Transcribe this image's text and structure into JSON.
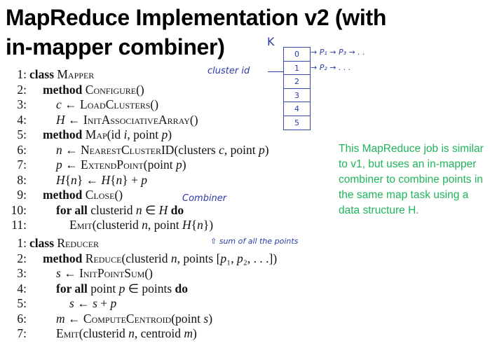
{
  "slide": {
    "title_line1": "MapReduce Implementation v2 (with",
    "title_line2": "in-mapper combiner)"
  },
  "mapper": {
    "lines": [
      {
        "num": "1:",
        "indent": 0,
        "parts": [
          {
            "t": "class ",
            "s": "kw"
          },
          {
            "t": "Mapper",
            "s": "sc"
          }
        ]
      },
      {
        "num": "2:",
        "indent": 1,
        "parts": [
          {
            "t": "method ",
            "s": "kw"
          },
          {
            "t": "Configure",
            "s": "sc"
          },
          {
            "t": "()",
            "s": ""
          }
        ]
      },
      {
        "num": "3:",
        "indent": 2,
        "parts": [
          {
            "t": "c",
            "s": "it"
          },
          {
            "t": " ← ",
            "s": ""
          },
          {
            "t": "LoadClusters",
            "s": "sc"
          },
          {
            "t": "()",
            "s": ""
          }
        ]
      },
      {
        "num": "4:",
        "indent": 2,
        "parts": [
          {
            "t": "H",
            "s": "it"
          },
          {
            "t": " ← ",
            "s": ""
          },
          {
            "t": "InitAssociativeArray",
            "s": "sc"
          },
          {
            "t": "()",
            "s": ""
          }
        ]
      },
      {
        "num": "5:",
        "indent": 1,
        "parts": [
          {
            "t": "method ",
            "s": "kw"
          },
          {
            "t": "Map",
            "s": "sc"
          },
          {
            "t": "(id ",
            "s": ""
          },
          {
            "t": "i",
            "s": "it"
          },
          {
            "t": ", point ",
            "s": ""
          },
          {
            "t": "p",
            "s": "it"
          },
          {
            "t": ")",
            "s": ""
          }
        ]
      },
      {
        "num": "6:",
        "indent": 2,
        "parts": [
          {
            "t": "n",
            "s": "it"
          },
          {
            "t": " ← ",
            "s": ""
          },
          {
            "t": "NearestClusterID",
            "s": "sc"
          },
          {
            "t": "(clusters ",
            "s": ""
          },
          {
            "t": "c",
            "s": "it"
          },
          {
            "t": ", point ",
            "s": ""
          },
          {
            "t": "p",
            "s": "it"
          },
          {
            "t": ")",
            "s": ""
          }
        ]
      },
      {
        "num": "7:",
        "indent": 2,
        "parts": [
          {
            "t": "p",
            "s": "it"
          },
          {
            "t": " ← ",
            "s": ""
          },
          {
            "t": "ExtendPoint",
            "s": "sc"
          },
          {
            "t": "(point ",
            "s": ""
          },
          {
            "t": "p",
            "s": "it"
          },
          {
            "t": ")",
            "s": ""
          }
        ]
      },
      {
        "num": "8:",
        "indent": 2,
        "parts": [
          {
            "t": "H",
            "s": "it"
          },
          {
            "t": "{",
            "s": ""
          },
          {
            "t": "n",
            "s": "it"
          },
          {
            "t": "} ← ",
            "s": ""
          },
          {
            "t": "H",
            "s": "it"
          },
          {
            "t": "{",
            "s": ""
          },
          {
            "t": "n",
            "s": "it"
          },
          {
            "t": "} + ",
            "s": ""
          },
          {
            "t": "p",
            "s": "it"
          }
        ]
      },
      {
        "num": "9:",
        "indent": 1,
        "parts": [
          {
            "t": "method ",
            "s": "kw"
          },
          {
            "t": "Close",
            "s": "sc"
          },
          {
            "t": "()",
            "s": ""
          }
        ]
      },
      {
        "num": "10:",
        "indent": 2,
        "parts": [
          {
            "t": "for all ",
            "s": "kw"
          },
          {
            "t": "clusterid ",
            "s": ""
          },
          {
            "t": "n",
            "s": "it"
          },
          {
            "t": " ∈ ",
            "s": ""
          },
          {
            "t": "H",
            "s": "it"
          },
          {
            "t": "  do",
            "s": "kw"
          }
        ]
      },
      {
        "num": "11:",
        "indent": 3,
        "parts": [
          {
            "t": "Emit",
            "s": "sc"
          },
          {
            "t": "(clusterid ",
            "s": ""
          },
          {
            "t": "n",
            "s": "it"
          },
          {
            "t": ", point ",
            "s": ""
          },
          {
            "t": "H",
            "s": "it"
          },
          {
            "t": "{",
            "s": ""
          },
          {
            "t": "n",
            "s": "it"
          },
          {
            "t": "})",
            "s": ""
          }
        ]
      }
    ]
  },
  "reducer": {
    "lines": [
      {
        "num": "1:",
        "indent": 0,
        "parts": [
          {
            "t": "class ",
            "s": "kw"
          },
          {
            "t": "Reducer",
            "s": "sc"
          }
        ]
      },
      {
        "num": "2:",
        "indent": 1,
        "parts": [
          {
            "t": "method ",
            "s": "kw"
          },
          {
            "t": "Reduce",
            "s": "sc"
          },
          {
            "t": "(clusterid ",
            "s": ""
          },
          {
            "t": "n",
            "s": "it"
          },
          {
            "t": ", points [",
            "s": ""
          },
          {
            "t": "p",
            "s": "it"
          },
          {
            "t": "₁, ",
            "s": ""
          },
          {
            "t": "p",
            "s": "it"
          },
          {
            "t": "₂, . . .])",
            "s": ""
          }
        ]
      },
      {
        "num": "3:",
        "indent": 2,
        "parts": [
          {
            "t": "s",
            "s": "it"
          },
          {
            "t": " ← ",
            "s": ""
          },
          {
            "t": "InitPointSum",
            "s": "sc"
          },
          {
            "t": "()",
            "s": ""
          }
        ]
      },
      {
        "num": "4:",
        "indent": 2,
        "parts": [
          {
            "t": "for all ",
            "s": "kw"
          },
          {
            "t": "point ",
            "s": ""
          },
          {
            "t": "p",
            "s": "it"
          },
          {
            "t": " ∈ points  ",
            "s": ""
          },
          {
            "t": "do",
            "s": "kw"
          }
        ]
      },
      {
        "num": "5:",
        "indent": 3,
        "parts": [
          {
            "t": "s",
            "s": "it"
          },
          {
            "t": " ← ",
            "s": ""
          },
          {
            "t": "s",
            "s": "it"
          },
          {
            "t": " + ",
            "s": ""
          },
          {
            "t": "p",
            "s": "it"
          }
        ]
      },
      {
        "num": "6:",
        "indent": 2,
        "parts": [
          {
            "t": "m",
            "s": "it"
          },
          {
            "t": " ← ",
            "s": ""
          },
          {
            "t": "ComputeCentroid",
            "s": "sc"
          },
          {
            "t": "(point ",
            "s": ""
          },
          {
            "t": "s",
            "s": "it"
          },
          {
            "t": ")",
            "s": ""
          }
        ]
      },
      {
        "num": "7:",
        "indent": 2,
        "parts": [
          {
            "t": "Emit",
            "s": "sc"
          },
          {
            "t": "(clusterid ",
            "s": ""
          },
          {
            "t": "n",
            "s": "it"
          },
          {
            "t": ", centroid ",
            "s": ""
          },
          {
            "t": "m",
            "s": "it"
          },
          {
            "t": ")",
            "s": ""
          }
        ]
      }
    ]
  },
  "annotations": {
    "k_label": "K",
    "cluster_id_label": "cluster id",
    "combiner_label": "Combiner",
    "sum_label": "⇧ sum of all the points",
    "row0_chain": "→ P₁ → P₃ → . .",
    "row1_chain": "→ P₂ → . . .",
    "array_cells": [
      "0",
      "1",
      "2",
      "3",
      "4",
      "5"
    ]
  },
  "note": {
    "text": "This MapReduce job is similar to v1, but uses an in-mapper combiner to combine points in the same map task using a data structure H."
  },
  "colors": {
    "note_green": "#1fb55a",
    "annotation_blue": "#2b3aa8"
  }
}
